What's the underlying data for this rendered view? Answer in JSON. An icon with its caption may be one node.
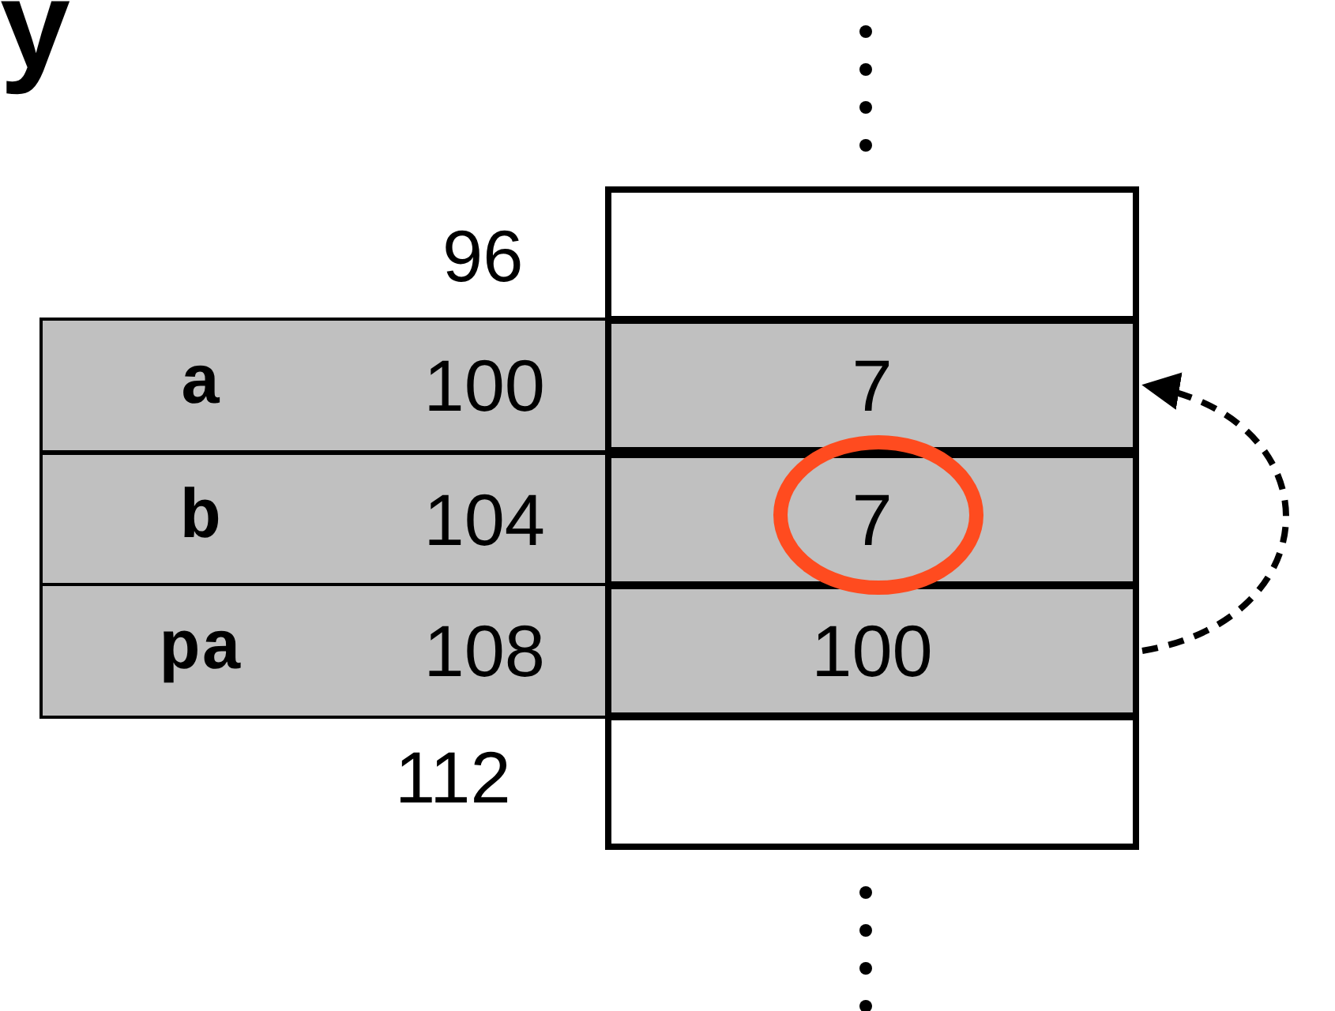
{
  "diagram": {
    "nodes": [
      {
        "text": [],
        "shape": "box"
      },
      {
        "text": [
          "a",
          "100"
        ]
      },
      {
        "text": [
          "7"
        ]
      },
      {
        "text": [
          "b",
          "104"
        ]
      },
      {
        "text": [
          "7"
        ]
      },
      {
        "text": [
          "pa",
          "108"
        ]
      },
      {
        "text": [
          "100"
        ]
      },
      {
        "text": [],
        "shape": "box"
      }
    ],
    "edges": [
      {
        "from": 6,
        "to": 2,
        "arrow": "to",
        "style": "dashed"
      }
    ],
    "labels": [
      "y",
      "96",
      "112"
    ]
  }
}
